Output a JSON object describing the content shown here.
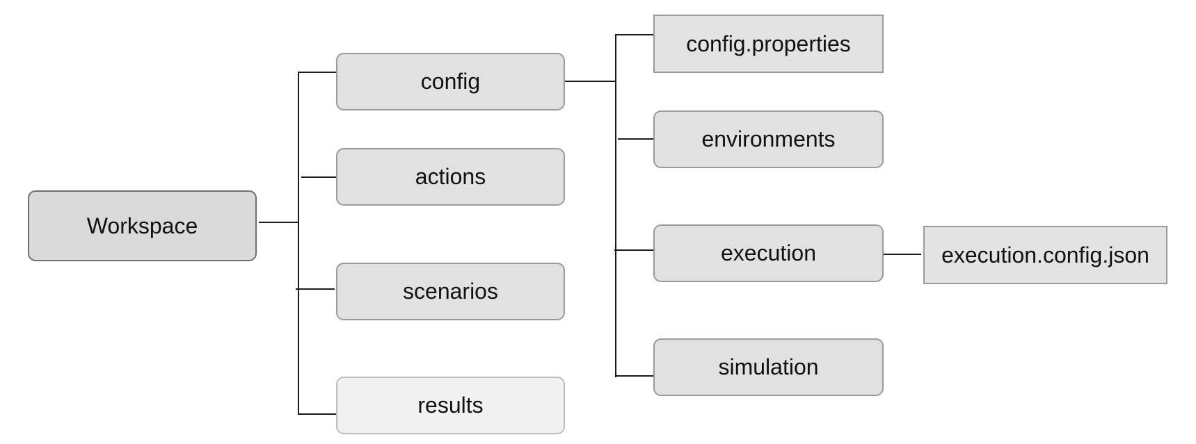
{
  "diagram": {
    "root": {
      "label": "Workspace"
    },
    "children": [
      {
        "label": "config"
      },
      {
        "label": "actions"
      },
      {
        "label": "scenarios"
      },
      {
        "label": "results"
      }
    ],
    "config_children": [
      {
        "label": "config.properties"
      },
      {
        "label": "environments"
      },
      {
        "label": "execution"
      },
      {
        "label": "simulation"
      }
    ],
    "execution_children": [
      {
        "label": "execution.config.json"
      }
    ]
  },
  "colors": {
    "connector": "#1a1a1a",
    "node_fill": "#e1e1e1",
    "root_fill": "#dadada",
    "muted_fill": "#f1f1f1",
    "node_border": "#9a9a9a"
  }
}
